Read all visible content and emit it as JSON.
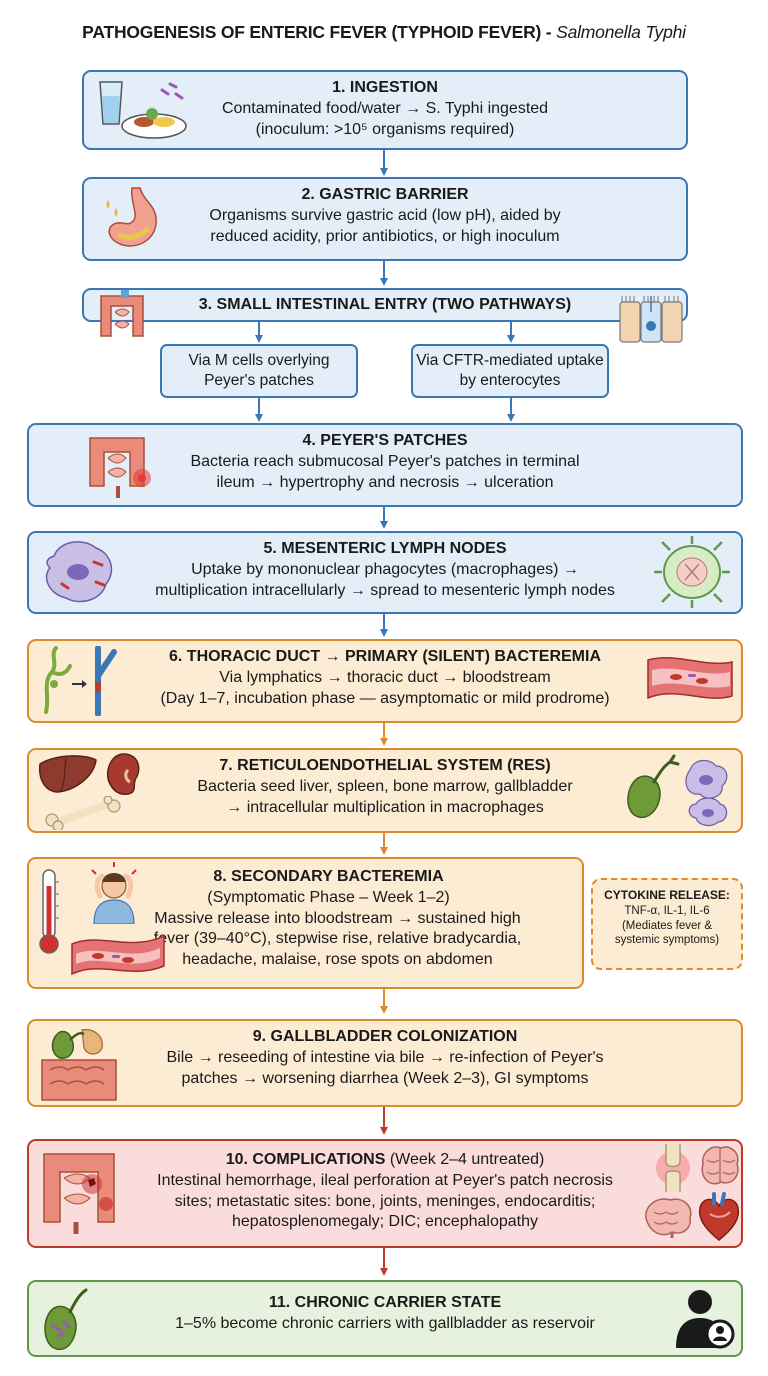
{
  "title": {
    "main": "PATHOGENESIS OF ENTERIC FEVER (TYPHOID FEVER) - ",
    "organism": "Salmonella Typhi"
  },
  "steps": [
    {
      "heading": "1. INGESTION",
      "lines": [
        "Contaminated food/water → S. Typhi ingested",
        "(inoculum: >10⁵ organisms required)"
      ]
    },
    {
      "heading": "2. GASTRIC BARRIER",
      "lines": [
        "Organisms survive gastric acid (low pH), aided by",
        "reduced acidity, prior antibiotics, or high inoculum"
      ]
    },
    {
      "heading": "3. SMALL INTESTINAL ENTRY (TWO PATHWAYS)",
      "pathways": [
        [
          "Via M cells overlying",
          "Peyer's patches"
        ],
        [
          "Via CFTR-mediated",
          "uptake by enterocytes"
        ]
      ]
    },
    {
      "heading": "4. PEYER'S PATCHES",
      "lines": [
        "Bacteria reach submucosal Peyer's patches in terminal",
        "ileum → hypertrophy and necrosis → ulceration"
      ]
    },
    {
      "heading": "5. MESENTERIC LYMPH NODES",
      "lines": [
        "Uptake by mononuclear phagocytes (macrophages) →",
        "multiplication intracellularly → spread to mesenteric lymph nodes"
      ]
    },
    {
      "heading": "6. THORACIC DUCT → PRIMARY (SILENT) BACTEREMIA",
      "lines": [
        "Via lymphatics → thoracic duct → bloodstream",
        "(Day 1–7, incubation phase — asymptomatic or mild prodrome)"
      ]
    },
    {
      "heading": "7. RETICULOENDOTHELIAL SYSTEM (RES)",
      "lines": [
        "Bacteria seed liver, spleen, bone marrow, gallbladder",
        "→ intracellular multiplication in macrophages"
      ]
    },
    {
      "heading": "8. SECONDARY BACTEREMIA",
      "lines": [
        "(Symptomatic Phase – Week 1–2)",
        "Massive release into bloodstream → sustained high",
        "fever (39–40°C), stepwise rise, relative bradycardia,",
        "headache, malaise, rose spots on abdomen"
      ]
    },
    {
      "heading": "9. GALLBLADDER COLONIZATION",
      "lines": [
        "Bile → reseeding of intestine via bile → re-infection of Peyer's",
        "patches → worsening diarrhea (Week 2–3), GI symptoms"
      ]
    },
    {
      "heading": "10. COMPLICATIONS",
      "heading_suffix": " (Week 2–4 untreated)",
      "lines": [
        "Intestinal hemorrhage, ileal perforation at Peyer's patch necrosis",
        "sites; metastatic sites: bone, joints, meninges, endocarditis;",
        "hepatosplenomegaly; DIC; encephalopathy"
      ]
    },
    {
      "heading": "11. CHRONIC CARRIER STATE",
      "lines": [
        "1–5% become chronic carriers with gallbladder as reservoir"
      ]
    }
  ],
  "cytokine": {
    "heading": "CYTOKINE RELEASE:",
    "lines": [
      "TNF-α, IL-1, IL-6",
      "(Mediates fever &",
      "systemic symptoms)"
    ]
  },
  "colors": {
    "blue": "#3a78b5",
    "orange": "#dc8a2c",
    "red": "#c0392b",
    "green": "#5e9a4a"
  },
  "icons": [
    "water-glass-food-icon",
    "stomach-icon",
    "intestine-icon",
    "enterocyte-cells-icon",
    "ileum-patch-icon",
    "macrophage-icon",
    "lymph-node-icon",
    "lymphatic-vessel-icon",
    "blood-vessel-icon",
    "liver-icon",
    "kidney-spleen-icon",
    "bone-icon",
    "gallbladder-icon",
    "thermometer-icon",
    "headache-person-icon",
    "blood-vessel-icon",
    "intestine-gallbladder-icon",
    "perforated-intestine-icon",
    "joint-icon",
    "brain-icon",
    "heart-icon",
    "gallbladder-stone-icon",
    "carrier-person-icon"
  ]
}
